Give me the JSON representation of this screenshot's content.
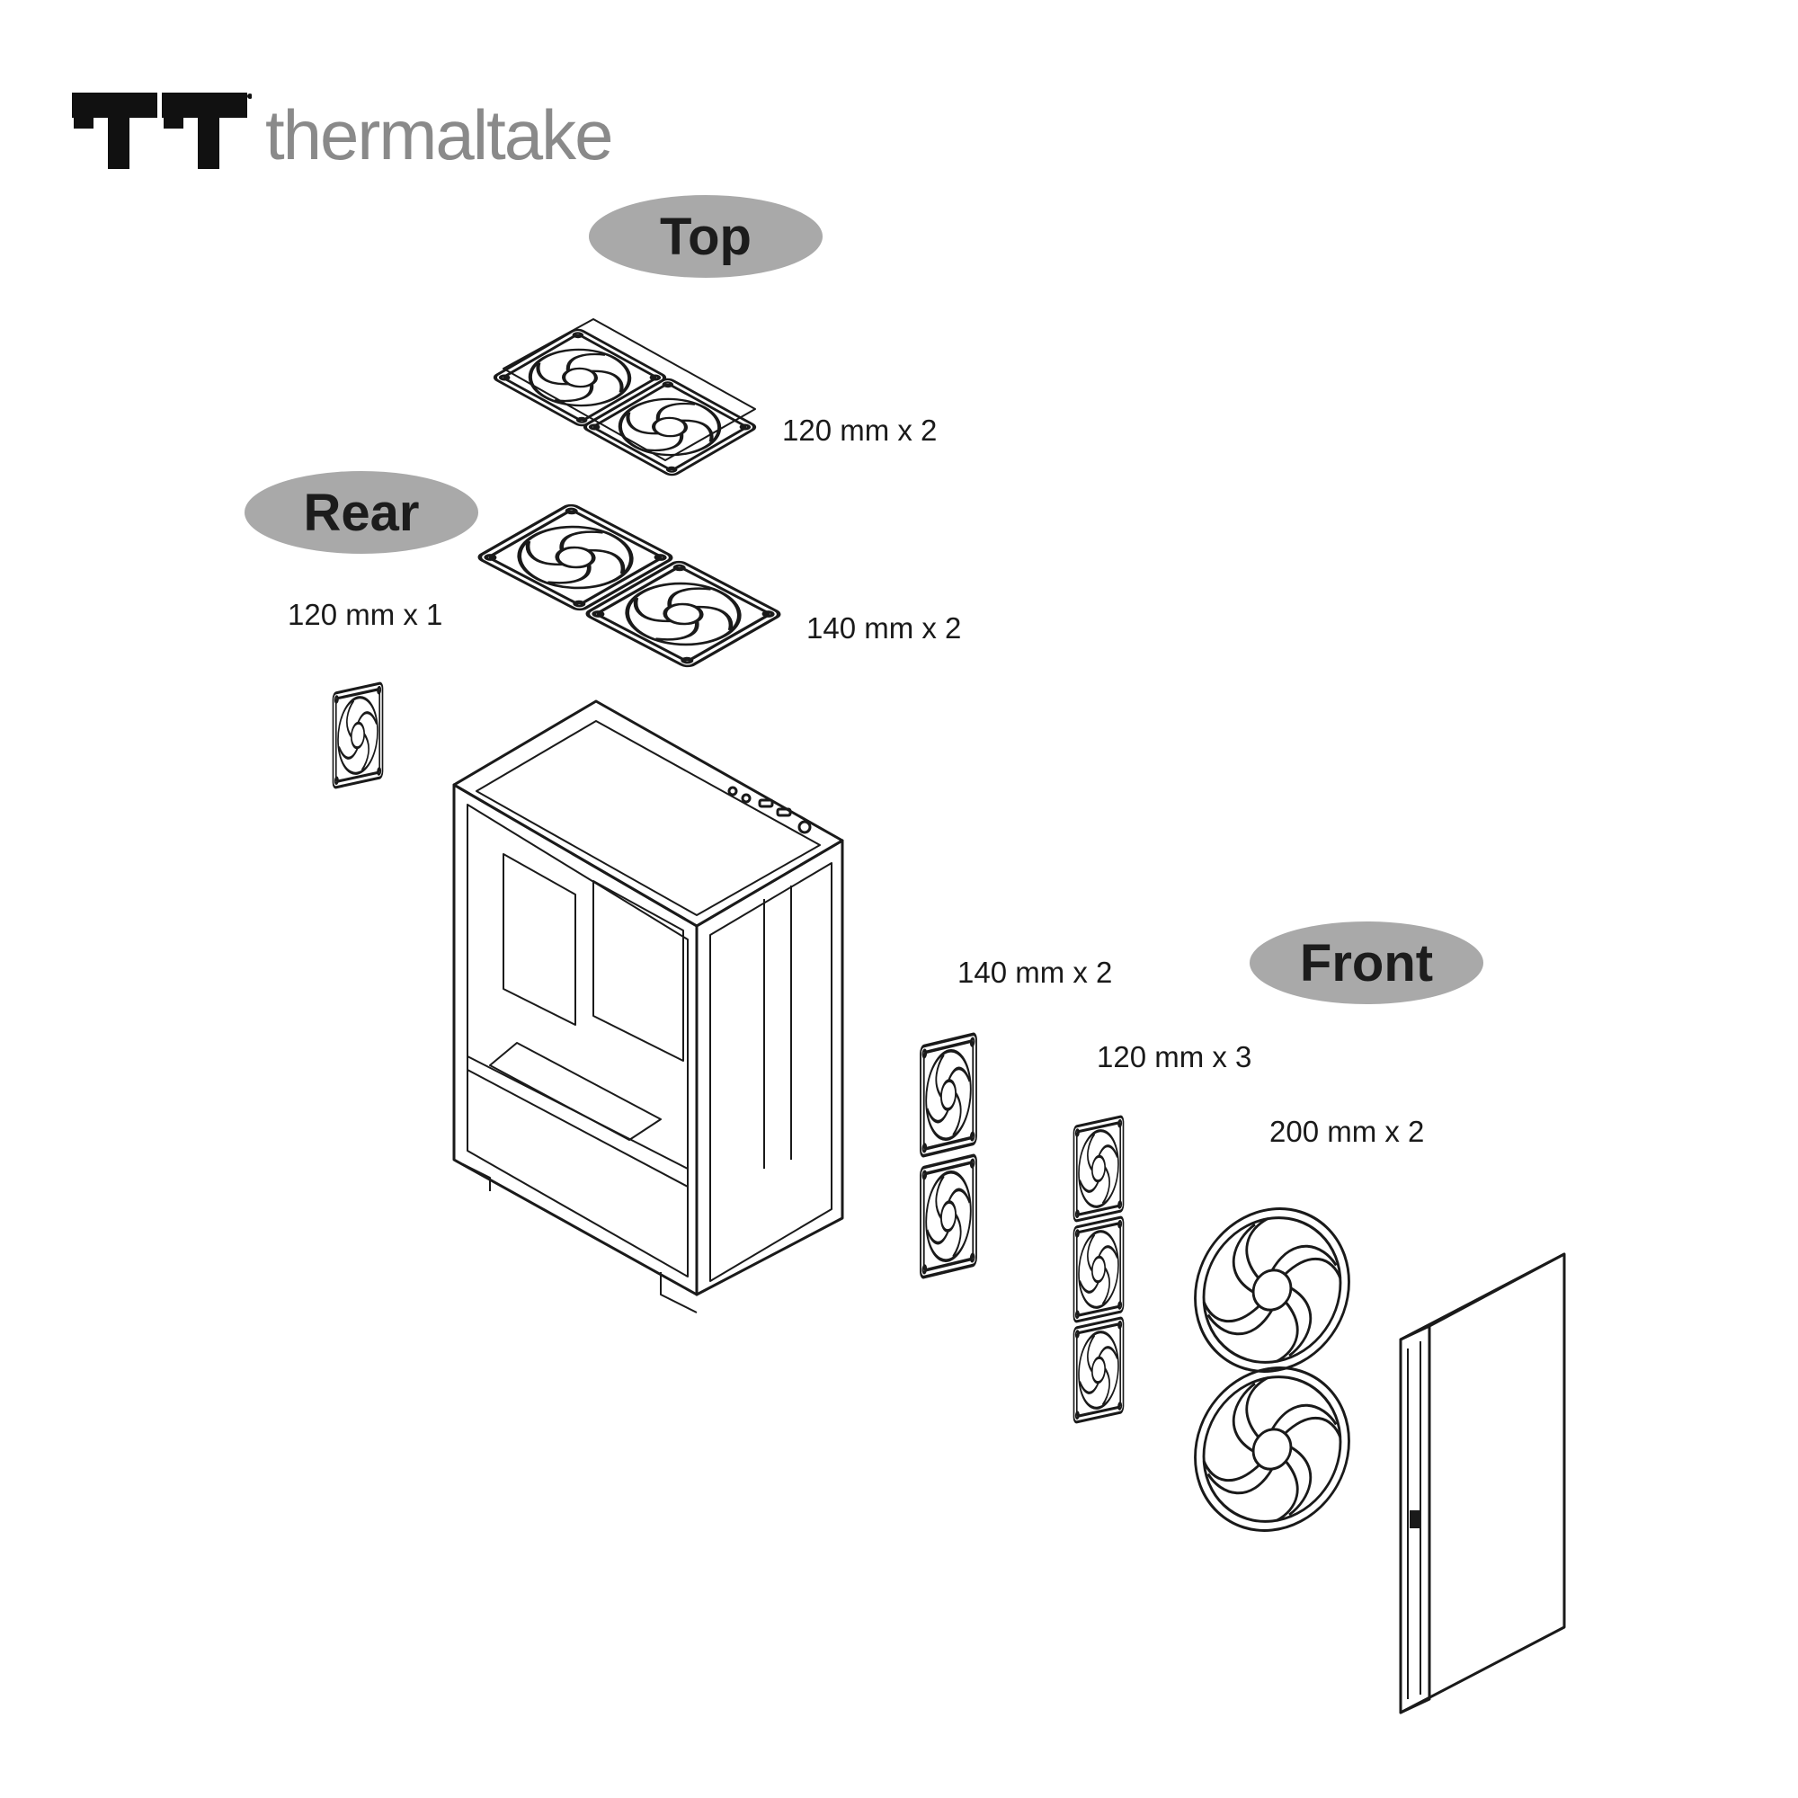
{
  "brand": {
    "name": "thermaltake",
    "logo": "tt-logo-icon"
  },
  "sections": {
    "top": "Top",
    "rear": "Rear",
    "front": "Front"
  },
  "fan_labels": {
    "top_120": "120 mm x 2",
    "top_140": "140 mm x 2",
    "rear_120": "120 mm x 1",
    "front_140": "140 mm x 2",
    "front_120": "120 mm x 3",
    "front_200": "200 mm x 2"
  },
  "colors": {
    "pill": "#a9a9a9",
    "brand_text": "#8a8a8a",
    "line": "#1a1a1a"
  }
}
